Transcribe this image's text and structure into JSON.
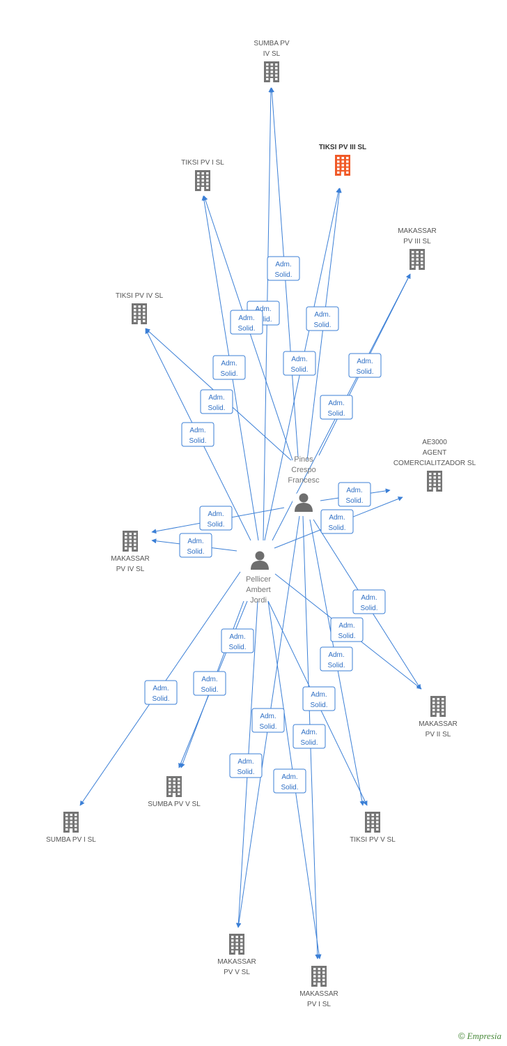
{
  "diagram": {
    "colors": {
      "edge": "#3b7fd6",
      "building": "#757575",
      "building_highlight": "#f05a28",
      "person": "#6e6e6e"
    },
    "persons": [
      {
        "id": "pinos",
        "lines": [
          "Pinos",
          "Crespo",
          "Francesc"
        ],
        "icon": "person-icon"
      },
      {
        "id": "pellicer",
        "lines": [
          "Pellicer",
          "Ambert",
          "Jordi"
        ],
        "icon": "person-icon"
      }
    ],
    "companies": [
      {
        "id": "sumba4",
        "lines": [
          "SUMBA PV",
          "IV SL"
        ],
        "icon": "building-icon"
      },
      {
        "id": "tiksi3",
        "lines": [
          "TIKSI PV III SL"
        ],
        "icon": "building-icon",
        "highlight": true
      },
      {
        "id": "tiksi1",
        "lines": [
          "TIKSI PV I SL"
        ],
        "icon": "building-icon"
      },
      {
        "id": "makassar3",
        "lines": [
          "MAKASSAR",
          "PV III SL"
        ],
        "icon": "building-icon"
      },
      {
        "id": "tiksi4",
        "lines": [
          "TIKSI PV IV SL"
        ],
        "icon": "building-icon"
      },
      {
        "id": "ae3000",
        "lines": [
          "AE3000",
          "AGENT",
          "COMERCIALITZADOR SL"
        ],
        "icon": "building-icon"
      },
      {
        "id": "makassar4",
        "lines": [
          "MAKASSAR",
          "PV IV SL"
        ],
        "icon": "building-icon"
      },
      {
        "id": "makassar2",
        "lines": [
          "MAKASSAR",
          "PV II SL"
        ],
        "icon": "building-icon"
      },
      {
        "id": "sumba5",
        "lines": [
          "SUMBA PV V SL"
        ],
        "icon": "building-icon"
      },
      {
        "id": "sumba1",
        "lines": [
          "SUMBA PV I SL"
        ],
        "icon": "building-icon"
      },
      {
        "id": "tiksi5",
        "lines": [
          "TIKSI PV V SL"
        ],
        "icon": "building-icon"
      },
      {
        "id": "makassar5",
        "lines": [
          "MAKASSAR",
          "PV V SL"
        ],
        "icon": "building-icon"
      },
      {
        "id": "makassar1",
        "lines": [
          "MAKASSAR",
          "PV I SL"
        ],
        "icon": "building-icon"
      }
    ],
    "edges": [
      {
        "from": "pellicer",
        "to": "sumba4",
        "label": [
          "Adm.",
          "Solid."
        ]
      },
      {
        "from": "pinos",
        "to": "sumba4",
        "label": [
          "Adm.",
          "Solid."
        ]
      },
      {
        "from": "pellicer",
        "to": "tiksi3",
        "label": [
          "Adm.",
          "Solid."
        ]
      },
      {
        "from": "pinos",
        "to": "tiksi3",
        "label": [
          "Adm.",
          "Solid."
        ]
      },
      {
        "from": "pellicer",
        "to": "tiksi1",
        "label": [
          "Adm.",
          "Solid."
        ]
      },
      {
        "from": "pinos",
        "to": "tiksi1",
        "label": [
          "Adm.",
          "Solid."
        ]
      },
      {
        "from": "pellicer",
        "to": "makassar3",
        "label": [
          "Adm.",
          "Solid."
        ]
      },
      {
        "from": "pinos",
        "to": "makassar3",
        "label": [
          "Adm.",
          "Solid."
        ]
      },
      {
        "from": "pellicer",
        "to": "tiksi4",
        "label": [
          "Adm.",
          "Solid."
        ]
      },
      {
        "from": "pinos",
        "to": "tiksi4",
        "label": [
          "Adm.",
          "Solid."
        ]
      },
      {
        "from": "pinos",
        "to": "ae3000",
        "label": [
          "Adm.",
          "Solid."
        ]
      },
      {
        "from": "pellicer",
        "to": "ae3000",
        "label": [
          "Adm.",
          "Solid."
        ]
      },
      {
        "from": "pinos",
        "to": "makassar4",
        "label": [
          "Adm.",
          "Solid."
        ]
      },
      {
        "from": "pellicer",
        "to": "makassar4",
        "label": [
          "Adm.",
          "Solid."
        ]
      },
      {
        "from": "pinos",
        "to": "makassar2",
        "label": [
          "Adm.",
          "Solid."
        ]
      },
      {
        "from": "pellicer",
        "to": "makassar2",
        "label": [
          "Adm.",
          "Solid."
        ]
      },
      {
        "from": "pellicer",
        "to": "sumba5",
        "label": [
          "Adm.",
          "Solid."
        ]
      },
      {
        "from": "pellicer",
        "to": "sumba5",
        "label": [
          "Adm.",
          "Solid."
        ]
      },
      {
        "from": "pellicer",
        "to": "sumba1",
        "label": [
          "Adm.",
          "Solid."
        ]
      },
      {
        "from": "pinos",
        "to": "tiksi5",
        "label": [
          "Adm.",
          "Solid."
        ]
      },
      {
        "from": "pellicer",
        "to": "tiksi5",
        "label": [
          "Adm.",
          "Solid."
        ]
      },
      {
        "from": "pinos",
        "to": "makassar5",
        "label": [
          "Adm.",
          "Solid."
        ]
      },
      {
        "from": "pellicer",
        "to": "makassar5",
        "label": [
          "Adm.",
          "Solid."
        ]
      },
      {
        "from": "pinos",
        "to": "makassar1",
        "label": [
          "Adm.",
          "Solid."
        ]
      },
      {
        "from": "pellicer",
        "to": "makassar1",
        "label": [
          "Adm.",
          "Solid."
        ]
      }
    ]
  },
  "brand": {
    "symbol": "©",
    "name": "Empresia"
  }
}
